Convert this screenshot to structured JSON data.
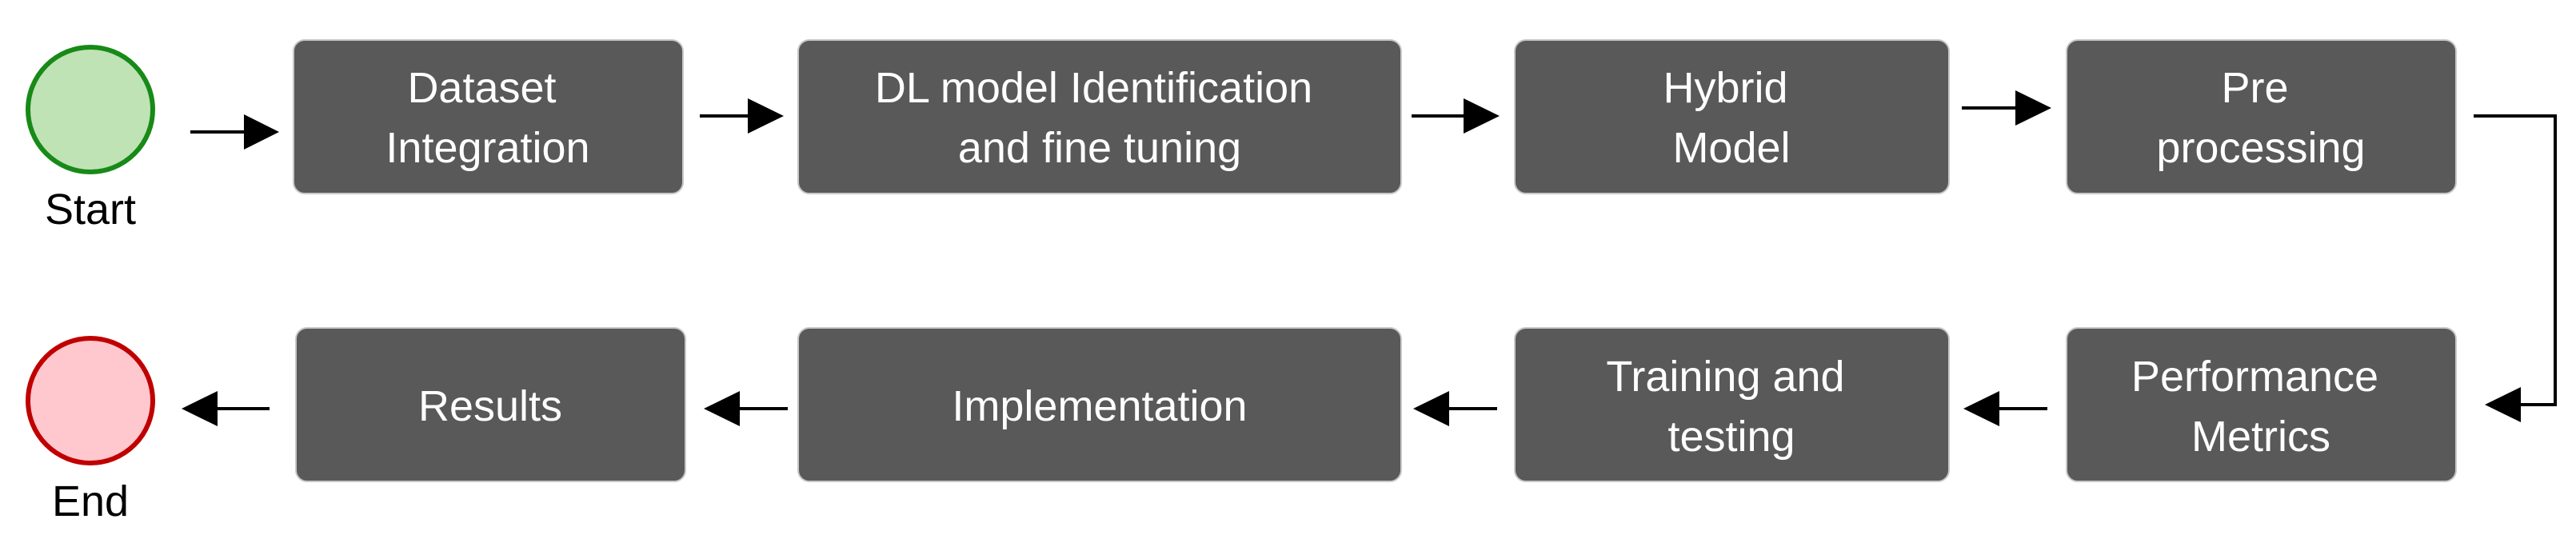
{
  "diagram": {
    "start": {
      "label": "Start",
      "fill": "#bfe3b5",
      "stroke": "#178a17"
    },
    "end": {
      "label": "End",
      "fill": "#ffc7ce",
      "stroke": "#c00000"
    },
    "box_color": "#595959",
    "text_color": "#ffffff",
    "steps": {
      "dataset": {
        "line1": "Dataset",
        "line2": "Integration"
      },
      "dl_model": {
        "line1": "DL model Identification",
        "line2": "and fine tuning"
      },
      "hybrid": {
        "line1": "Hybrid",
        "line2": "Model"
      },
      "preprocessing": {
        "line1": "Pre",
        "line2": "processing"
      },
      "performance": {
        "line1": "Performance",
        "line2": "Metrics"
      },
      "training": {
        "line1": "Training and",
        "line2": "testing"
      },
      "implementation": {
        "line1": "Implementation"
      },
      "results": {
        "line1": "Results"
      }
    }
  }
}
